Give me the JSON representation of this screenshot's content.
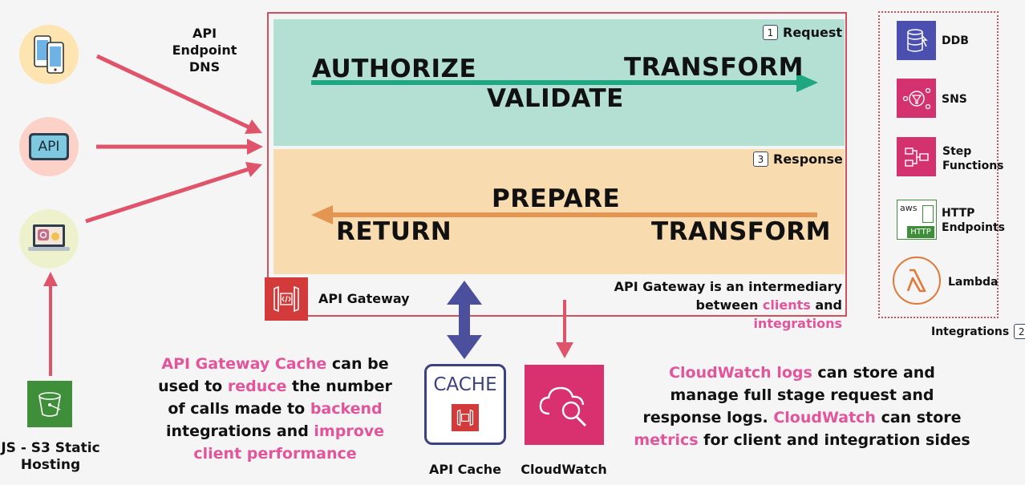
{
  "endpoint_label": [
    "API",
    "Endpoint",
    "DNS"
  ],
  "request": {
    "number": "1",
    "label": "Request",
    "steps": {
      "authorize": "AUTHORIZE",
      "validate": "VALIDATE",
      "transform": "TRANSFORM"
    }
  },
  "response": {
    "number": "3",
    "label": "Response",
    "steps": {
      "prepare": "PREPARE",
      "return": "RETURN",
      "transform": "TRANSFORM"
    }
  },
  "gateway": {
    "label": "API Gateway",
    "note_line1": "API Gateway is an intermediary",
    "note_between": "between ",
    "note_clients": "clients",
    "note_and": " and ",
    "note_integrations": "integrations"
  },
  "client_api_text": "API",
  "s3_label": [
    "JS - S3 Static",
    "Hosting"
  ],
  "integrations": {
    "label": "Integrations",
    "number": "2",
    "ddb": "DDB",
    "sns": "SNS",
    "step_functions": [
      "Step",
      "Functions"
    ],
    "http_endpoints": [
      "HTTP",
      "Endpoints"
    ],
    "http_badge_aws": "aws",
    "http_badge_http": "HTTP",
    "lambda": "Lambda"
  },
  "cache": {
    "box_text": "CACHE",
    "label": "API Cache"
  },
  "cloudwatch": {
    "label": "CloudWatch"
  },
  "cache_note": {
    "l1a": "API Gateway Cache",
    "l1b": " can be",
    "l2a": "used to ",
    "l2b": "reduce",
    "l2c": " the number",
    "l3a": "of calls made to ",
    "l3b": "backend",
    "l4a": "integrations and ",
    "l4b": "improve",
    "l5": "client performance"
  },
  "cw_note": {
    "l1a": "CloudWatch logs",
    "l1b": " can store and",
    "l2": "manage full stage request and",
    "l3a": "response logs. ",
    "l3b": "CloudWatch",
    "l3c": " can store",
    "l4a": "metrics",
    "l4b": " for client and integration sides"
  },
  "colors": {
    "request_band": "#b4e0d3",
    "response_band": "#f8dcb0",
    "request_arrow": "#1fa781",
    "response_arrow": "#e49552",
    "client_arrow": "#e0546b",
    "gateway_red": "#d2505d",
    "cache_arrow": "#4b4f9c",
    "pink_text": "#e2559b"
  }
}
